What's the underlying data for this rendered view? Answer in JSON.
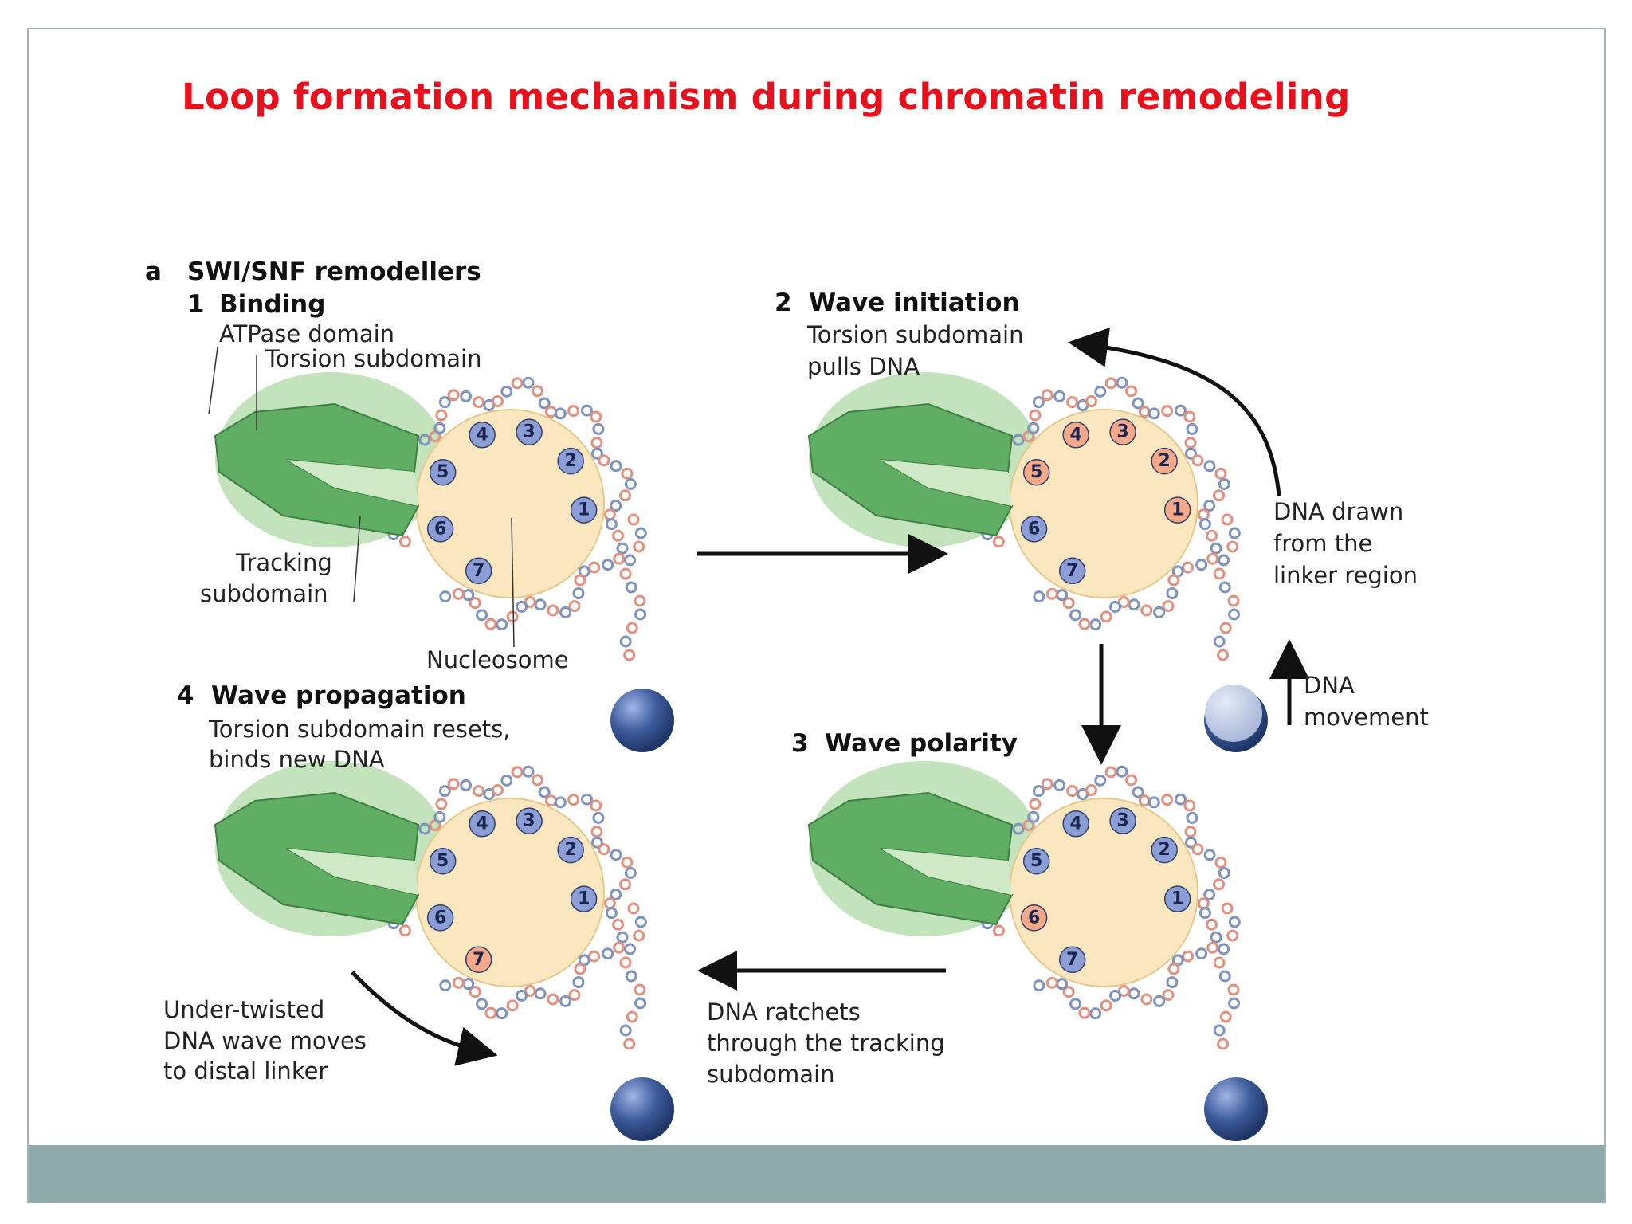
{
  "title": "Loop formation mechanism during chromatin remodeling",
  "panel": {
    "letter": "a",
    "heading": "SWI/SNF remodellers"
  },
  "steps": [
    {
      "id": "binding",
      "number": "1",
      "label": "Binding",
      "histone_labels": [
        "1",
        "2",
        "3",
        "4",
        "5",
        "6",
        "7"
      ],
      "highlighted": []
    },
    {
      "id": "wave-initiation",
      "number": "2",
      "label": "Wave initiation",
      "histone_labels": [
        "1",
        "2",
        "3",
        "4",
        "5",
        "6",
        "7"
      ],
      "highlighted": [
        "1",
        "2",
        "3",
        "4",
        "5"
      ]
    },
    {
      "id": "wave-polarity",
      "number": "3",
      "label": "Wave polarity",
      "histone_labels": [
        "1",
        "2",
        "3",
        "4",
        "5",
        "6",
        "7"
      ],
      "highlighted": [
        "6"
      ]
    },
    {
      "id": "wave-propagation",
      "number": "4",
      "label": "Wave propagation",
      "histone_labels": [
        "1",
        "2",
        "3",
        "4",
        "5",
        "6",
        "7"
      ],
      "highlighted": [
        "7"
      ]
    }
  ],
  "labels": {
    "atpase": "ATPase domain",
    "torsion": "Torsion subdomain",
    "tracking_1": "Tracking",
    "tracking_2": "subdomain",
    "nucleosome": "Nucleosome",
    "pulls_1": "Torsion subdomain",
    "pulls_2": "pulls DNA",
    "drawn_1": "DNA drawn",
    "drawn_2": "from the",
    "drawn_3": "linker region",
    "movement_1": "DNA",
    "movement_2": "movement",
    "resets_1": "Torsion subdomain resets,",
    "resets_2": "binds new DNA",
    "wave_1": "Under-twisted",
    "wave_2": "DNA wave moves",
    "wave_3": "to distal linker",
    "ratchet_1": "DNA ratchets",
    "ratchet_2": "through the tracking",
    "ratchet_3": "subdomain"
  },
  "colors": {
    "title": "#e8101c",
    "footer": "#8eaaab",
    "nucleosome_core": "#fbe7bf",
    "histone_blue": "#8b9fd6",
    "histone_orange": "#f3a98a",
    "atpase_halo": "#b9deb1",
    "atpase_body": "#5fae63",
    "dna_blue": "#7f93bf",
    "dna_red": "#e2907f",
    "linker_bead": "#3c5a9a"
  }
}
